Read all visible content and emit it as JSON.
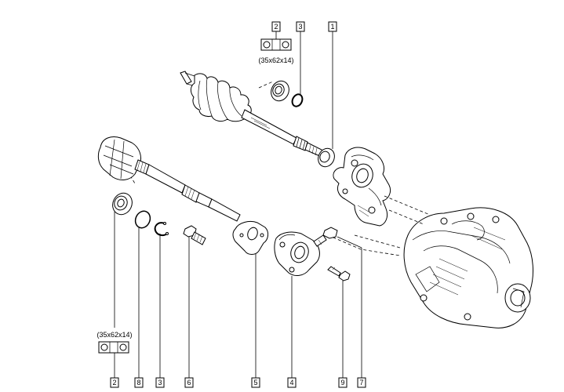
{
  "diagram": {
    "callouts_top": [
      "2",
      "3",
      "1"
    ],
    "callouts_bottom": [
      "2",
      "8",
      "3",
      "6",
      "5",
      "4",
      "9",
      "7"
    ],
    "bearing_spec_top": "(35x62x14)",
    "bearing_spec_bottom": "(35x62x14)"
  }
}
